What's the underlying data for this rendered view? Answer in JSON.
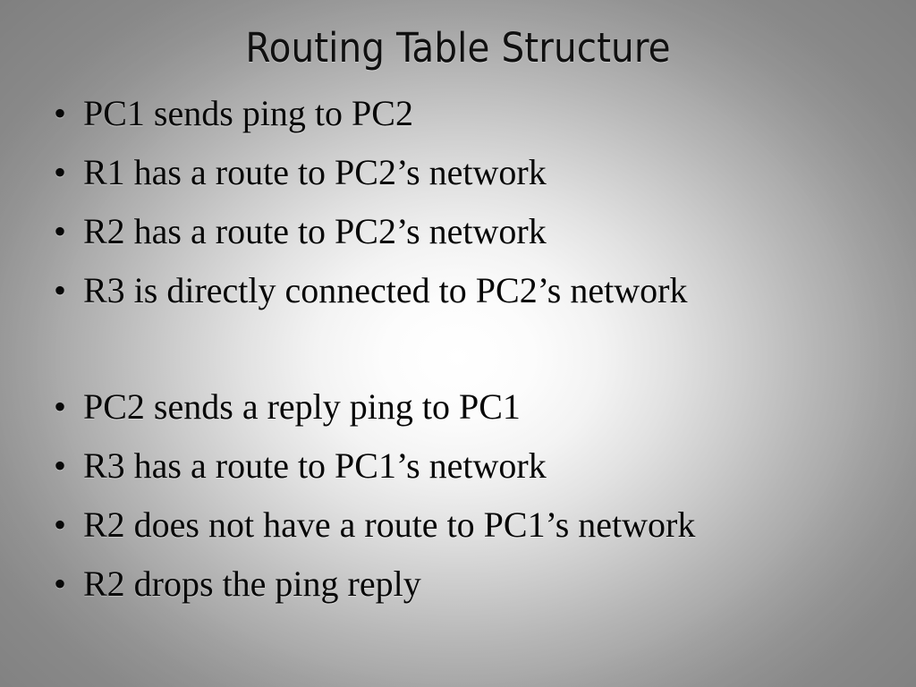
{
  "slide": {
    "title": "Routing Table Structure",
    "background": {
      "center_color": "#ffffff",
      "edge_color": "#8f8f8f",
      "base_color": "#9b9b9b"
    },
    "text_color": "#080808",
    "bullet_glyph": "•",
    "bullets": [
      {
        "marker": "•",
        "text": "PC1 sends ping to PC2",
        "spacer": false
      },
      {
        "marker": "•",
        "text": "R1 has a route to PC2’s network",
        "spacer": false
      },
      {
        "marker": "•",
        "text": "R2 has a route to PC2’s network",
        "spacer": false
      },
      {
        "marker": "•",
        "text": "R3 is directly connected to PC2’s network",
        "spacer": false
      },
      {
        "marker": "",
        "text": "",
        "spacer": true
      },
      {
        "marker": "•",
        "text": "PC2 sends a reply ping to PC1",
        "spacer": false
      },
      {
        "marker": "•",
        "text": "R3 has a route to PC1’s network",
        "spacer": false
      },
      {
        "marker": "•",
        "text": "R2 does not have a route to PC1’s network",
        "spacer": false
      },
      {
        "marker": "•",
        "text": "R2 drops the ping reply",
        "spacer": false
      }
    ]
  }
}
